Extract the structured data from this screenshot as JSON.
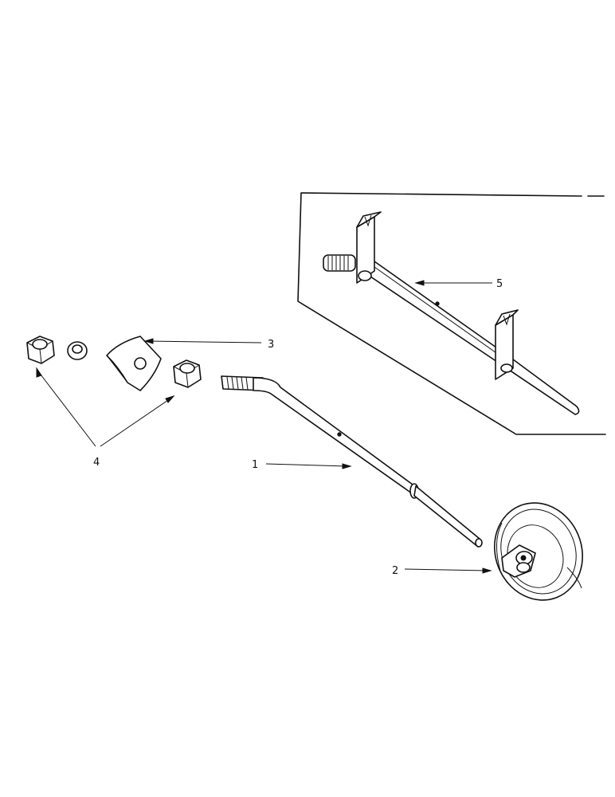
{
  "callouts": {
    "part_1": "1",
    "part_2": "2",
    "part_3": "3",
    "part_4": "4",
    "part_5": "5"
  },
  "colors": {
    "ink": "#111111",
    "paper": "#ffffff"
  }
}
